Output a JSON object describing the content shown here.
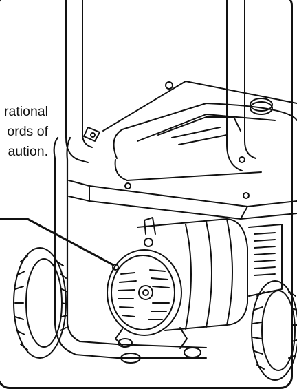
{
  "text_lines": [
    "rational",
    "ords of",
    "aution."
  ]
}
